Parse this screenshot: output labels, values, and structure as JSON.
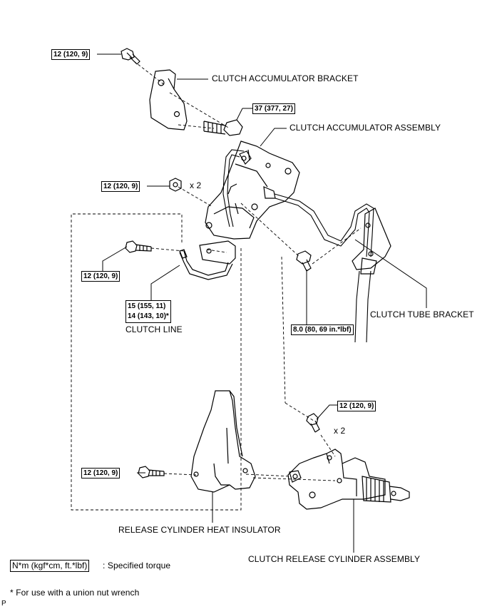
{
  "labels": {
    "accumulator_bracket": "CLUTCH ACCUMULATOR BRACKET",
    "accumulator_assembly": "CLUTCH ACCUMULATOR ASSEMBLY",
    "tube_bracket": "CLUTCH TUBE BRACKET",
    "clutch_line": "CLUTCH LINE",
    "heat_insulator": "RELEASE CYLINDER HEAT INSULATOR",
    "release_cylinder": "CLUTCH RELEASE CYLINDER ASSEMBLY"
  },
  "torques": {
    "bracket_bolt": "12 (120, 9)",
    "accumulator_bolt": "37 (377, 27)",
    "accumulator_nut": "12 (120, 9)",
    "line_bolt": "12 (120, 9)",
    "clutch_line_a": "15 (155, 11)",
    "clutch_line_b": "14 (143, 10)*",
    "tube_bracket_bolt": "8.0 (80, 69 in.*lbf)",
    "cylinder_bolt": "12 (120, 9)",
    "insulator_bolt": "12 (120, 9)"
  },
  "multipliers": {
    "nut_count": "x 2",
    "cylinder_bolt_count": "x 2"
  },
  "legend": {
    "box_text": "N*m (kgf*cm, ft.*lbf)",
    "suffix": ": Specified torque",
    "footnote": "* For use with a union nut wrench",
    "corner_mark": "P"
  }
}
